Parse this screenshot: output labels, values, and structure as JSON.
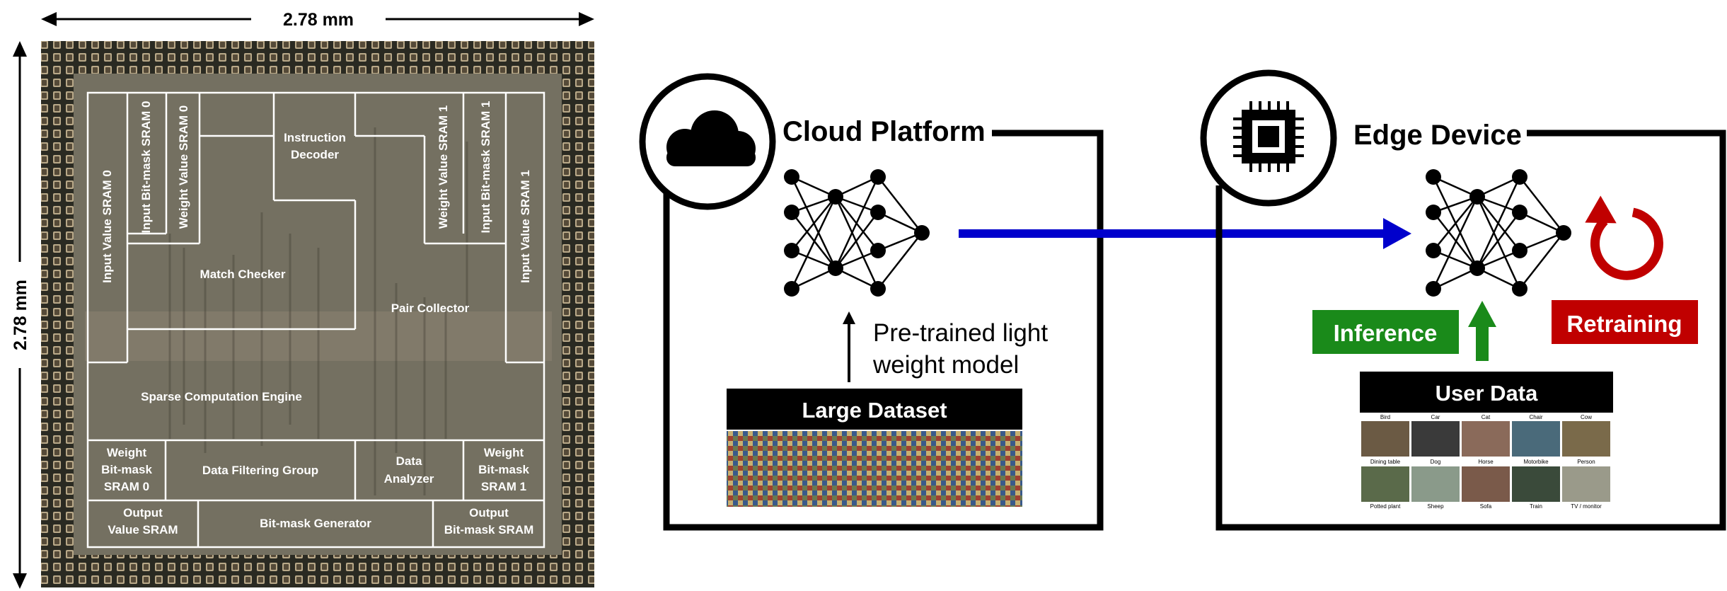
{
  "dimensions": {
    "width_label": "2.78 mm",
    "height_label": "2.78 mm"
  },
  "chip_blocks": {
    "input_value_sram_0": "Input Value SRAM 0",
    "input_bitmask_sram_0": "Input Bit-mask SRAM 0",
    "weight_value_sram_0": "Weight Value SRAM 0",
    "instruction_decoder_1": "Instruction",
    "instruction_decoder_2": "Decoder",
    "weight_value_sram_1": "Weight Value SRAM 1",
    "input_bitmask_sram_1": "Input Bit-mask SRAM 1",
    "input_value_sram_1": "Input Value SRAM 1",
    "match_checker": "Match Checker",
    "pair_collector": "Pair Collector",
    "sparse_engine": "Sparse Computation Engine",
    "weight_bitmask_sram_0": [
      "Weight",
      "Bit-mask",
      "SRAM 0"
    ],
    "data_filtering_group": "Data Filtering Group",
    "data_analyzer": [
      "Data",
      "Analyzer"
    ],
    "weight_bitmask_sram_1": [
      "Weight",
      "Bit-mask",
      "SRAM 1"
    ],
    "output_value_sram": [
      "Output",
      "Value SRAM"
    ],
    "bitmask_generator": "Bit-mask Generator",
    "output_bitmask_sram": [
      "Output",
      "Bit-mask SRAM"
    ]
  },
  "cloud": {
    "title": "Cloud Platform",
    "icon": "cloud-icon",
    "note_line1": "Pre-trained light",
    "note_line2": "weight model",
    "dataset_label": "Large Dataset"
  },
  "edge": {
    "title": "Edge Device",
    "icon": "chip-icon",
    "inference_label": "Inference",
    "retraining_label": "Retraining",
    "user_data_label": "User Data",
    "class_labels_top": [
      "Bird",
      "Car",
      "Cat",
      "Chair",
      "Cow"
    ],
    "class_labels_bottom": [
      "Dining table",
      "Dog",
      "Horse",
      "Motorbike",
      "Person"
    ],
    "class_labels_row3": [
      "Potted plant",
      "Sheep",
      "Sofa",
      "Train",
      "TV / monitor"
    ]
  },
  "colors": {
    "transfer_arrow": "#0000cc",
    "inference": "#1a8a1a",
    "retraining": "#c00000",
    "chip_die": "#6e6a5a"
  }
}
